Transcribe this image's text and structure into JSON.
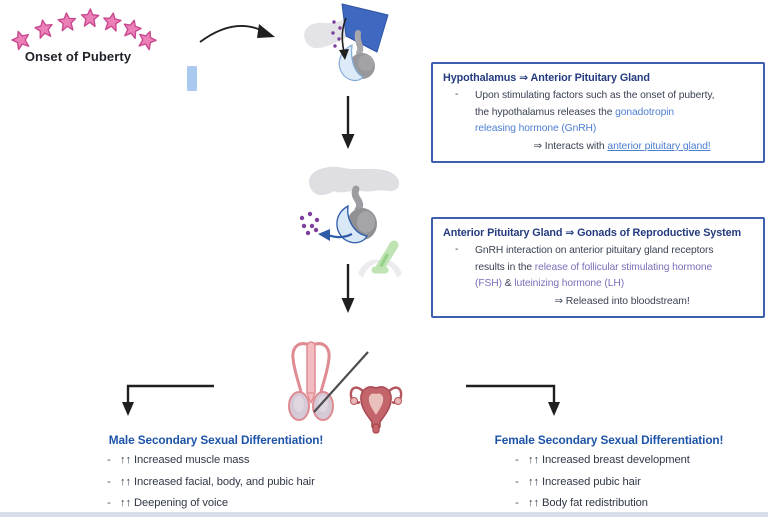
{
  "onset": {
    "label": "Onset of Puberty",
    "stars": 7
  },
  "lists": {
    "bullet": "-"
  },
  "colors": {
    "box_border": "#3d5fad",
    "box_title": "#243b7f",
    "body_text": "#3b4254",
    "highlight_blue": "#4d7fd1",
    "highlight_purple": "#7a6fb8",
    "heading_blue": "#1d54a8",
    "star_fill": "#ec80b9",
    "star_stroke": "#c9498f",
    "arrow_black": "#1f1f1f",
    "hormone_dot_purple": "#7d3f9d",
    "pituitary_blue": "#2d5ba8",
    "highlight_rect_blue": "#a9c9ef"
  },
  "icons": {
    "star": "five-point star",
    "curved_arrow": "curved arrow pointing right",
    "flow_arrow": "downward arrow",
    "branch_arrow": "elbow arrow down",
    "slash": "diagonal divider"
  },
  "box1": {
    "title": "Hypothalamus ⇒ Anterior Pituitary Gland",
    "bullet": "-",
    "body": [
      {
        "text": "Upon stimulating factors such as the onset of puberty,\nthe hypothalamus releases the ",
        "style": "plain"
      },
      {
        "text": "gonadotropin\nreleasing hormone (GnRH)",
        "style": "blue",
        "name": "gnrh-highlight"
      }
    ],
    "footer": [
      {
        "text": "⇒ Interacts with ",
        "style": "plain"
      },
      {
        "text": "anterior pituitary gland!",
        "style": "link",
        "name": "anterior-pituitary-gland-link",
        "interactable": true
      }
    ]
  },
  "box2": {
    "title": "Anterior Pituitary Gland ⇒ Gonads of Reproductive System",
    "bullet": "-",
    "body": [
      {
        "text": "GnRH interaction on anterior pituitary gland receptors\nresults in the ",
        "style": "plain"
      },
      {
        "text": "release of follicular stimulating hormone\n(FSH)",
        "style": "purple",
        "name": "fsh-highlight"
      },
      {
        "text": " & ",
        "style": "plain"
      },
      {
        "text": "luteinizing hormone (LH)",
        "style": "purple",
        "name": "lh-highlight"
      }
    ],
    "footer": [
      {
        "text": "⇒ Released into bloodstream!",
        "style": "plain"
      }
    ]
  },
  "male": {
    "heading": "Male Secondary Sexual Differentiation!",
    "items": [
      "↑↑ Increased muscle mass",
      "↑↑ Increased facial, body, and pubic hair",
      "↑↑ Deepening of voice"
    ]
  },
  "female": {
    "heading": "Female Secondary Sexual Differentiation!",
    "items": [
      "↑↑ Increased breast development",
      "↑↑ Increased pubic hair",
      "↑↑ Body fat redistribution"
    ]
  }
}
